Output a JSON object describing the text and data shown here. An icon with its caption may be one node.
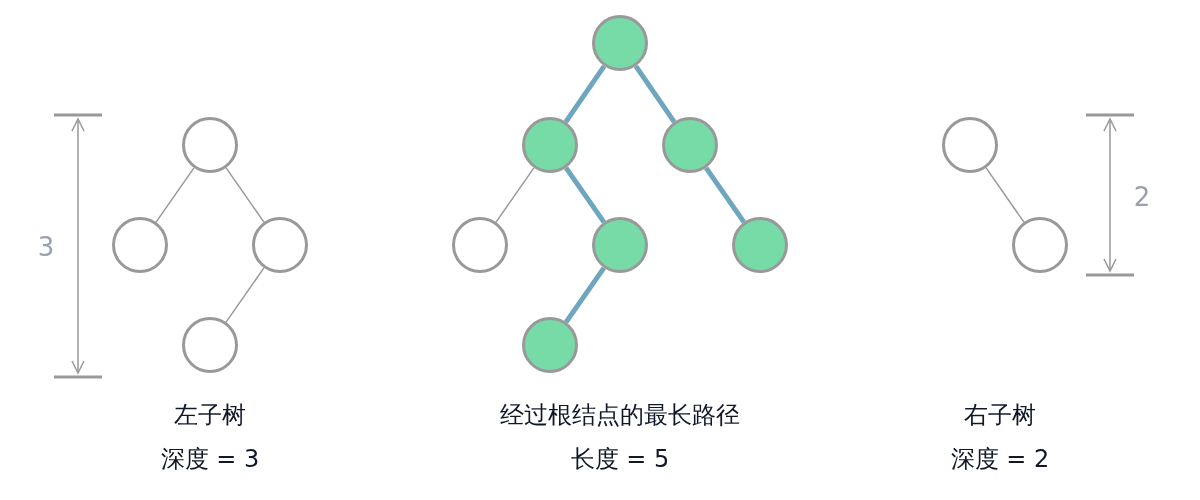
{
  "diagram": {
    "nodes": [
      {
        "text": [],
        "shape": "circle"
      },
      {
        "text": [],
        "shape": "circle"
      },
      {
        "text": [],
        "shape": "circle"
      },
      {
        "text": [],
        "shape": "circle"
      },
      {
        "text": [],
        "shape": "circle"
      },
      {
        "text": [],
        "shape": "circle"
      },
      {
        "text": [],
        "shape": "circle"
      },
      {
        "text": [],
        "shape": "circle"
      },
      {
        "text": [],
        "shape": "circle"
      },
      {
        "text": [],
        "shape": "circle"
      },
      {
        "text": [],
        "shape": "circle"
      },
      {
        "text": [],
        "shape": "circle"
      },
      {
        "text": [],
        "shape": "circle"
      }
    ],
    "edges": [
      {
        "from": 0,
        "to": 1,
        "arrow": "none"
      },
      {
        "from": 0,
        "to": 2,
        "arrow": "none"
      },
      {
        "from": 2,
        "to": 3,
        "arrow": "none"
      },
      {
        "from": 4,
        "to": 5,
        "arrow": "none",
        "style": "thick",
        "color": "#6fa6bf"
      },
      {
        "from": 4,
        "to": 6,
        "arrow": "none",
        "style": "thick",
        "color": "#6fa6bf"
      },
      {
        "from": 5,
        "to": 7,
        "arrow": "none"
      },
      {
        "from": 5,
        "to": 8,
        "arrow": "none",
        "style": "thick",
        "color": "#6fa6bf"
      },
      {
        "from": 6,
        "to": 9,
        "arrow": "none",
        "style": "thick",
        "color": "#6fa6bf"
      },
      {
        "from": 8,
        "to": 10,
        "arrow": "none",
        "style": "thick",
        "color": "#6fa6bf"
      },
      {
        "from": 11,
        "to": 12,
        "arrow": "none"
      }
    ],
    "labels": [
      "3",
      "左子树",
      "深度 = 3",
      "经过根结点的最长路径",
      "长度 = 5",
      "2",
      "右子树",
      "深度 = 2"
    ]
  }
}
